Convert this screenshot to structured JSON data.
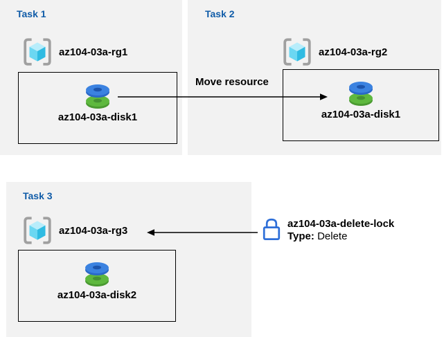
{
  "page": {
    "background": "#ffffff"
  },
  "colors": {
    "panel_bg": "#f2f2f2",
    "task_title": "#105ca8",
    "label_text": "#000000",
    "box_border": "#000000",
    "arrow": "#000000",
    "lock_outline": "#2e6fd8",
    "rg_brackets": "#a0a0a0",
    "rg_cube_top": "#b8edfb",
    "rg_cube_left": "#6bd7f2",
    "rg_cube_right": "#2fbbe2",
    "disk_blue": "#3b82e0",
    "disk_blue_dark": "#2a69c8",
    "disk_blue_hole": "#1d55ad",
    "disk_green": "#5eb83e",
    "disk_green_dark": "#4a9a31",
    "disk_green_hole": "#459133"
  },
  "tasks": [
    {
      "title": "Task 1",
      "resource_group": "az104-03a-rg1",
      "resource": "az104-03a-disk1"
    },
    {
      "title": "Task 2",
      "resource_group": "az104-03a-rg2",
      "resource": "az104-03a-disk1"
    },
    {
      "title": "Task 3",
      "resource_group": "az104-03a-rg3",
      "resource": "az104-03a-disk2"
    }
  ],
  "move_arrow": {
    "label": "Move resource"
  },
  "lock": {
    "name": "az104-03a-delete-lock",
    "type_label": "Type:",
    "type_value": "Delete"
  },
  "icons": {
    "resource_group": "azure-resource-group-icon",
    "disk": "azure-managed-disk-icon",
    "lock": "delete-lock-icon"
  }
}
